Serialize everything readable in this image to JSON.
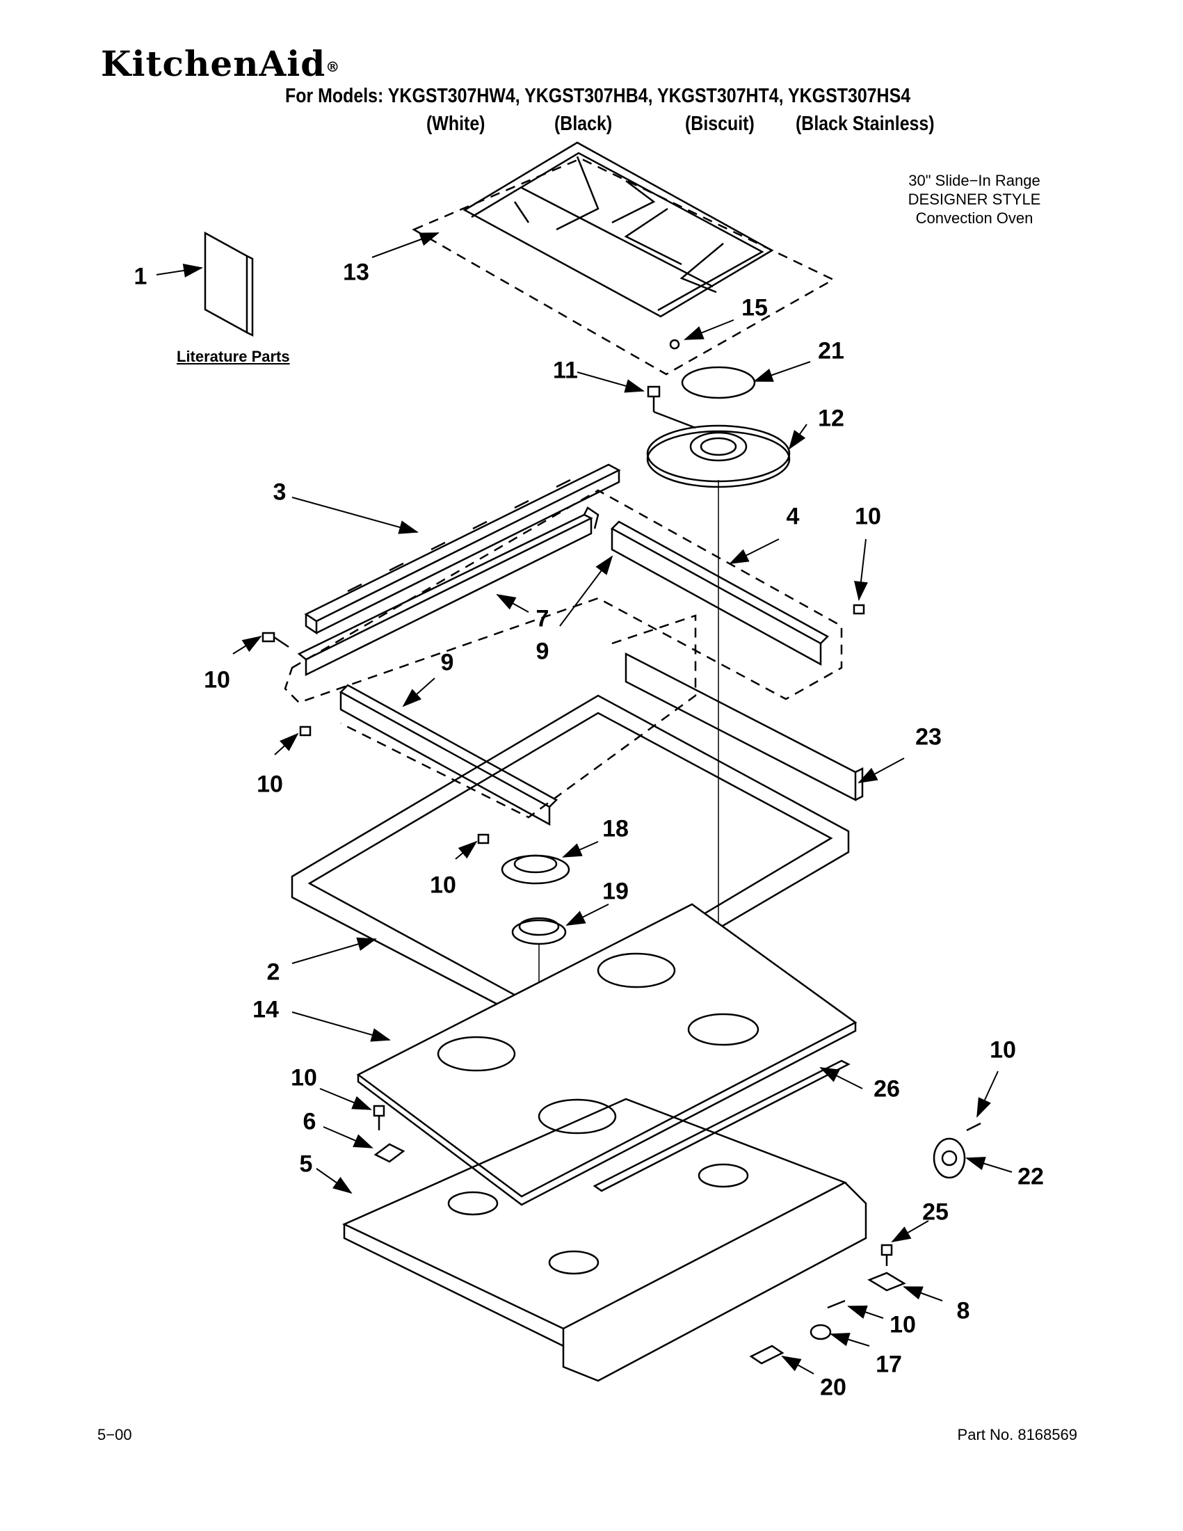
{
  "header": {
    "brand": "KitchenAid",
    "brand_mark": "®",
    "models_line": "For Models: YKGST307HW4, YKGST307HB4, YKGST307HT4, YKGST307HS4",
    "variants": [
      "(White)",
      "(Black)",
      "(Biscuit)",
      "(Black Stainless)"
    ]
  },
  "info": {
    "line1": "30\" Slide−In Range",
    "line2": "DESIGNER STYLE",
    "line3": "Convection Oven"
  },
  "literature_label": "Literature Parts",
  "footer": {
    "date": "5−00",
    "part_no": "Part No. 8168569"
  },
  "callouts": [
    "1",
    "13",
    "15",
    "21",
    "11",
    "12",
    "3",
    "4",
    "10",
    "7",
    "9",
    "10",
    "9",
    "10",
    "23",
    "18",
    "10",
    "19",
    "2",
    "14",
    "10",
    "26",
    "10",
    "6",
    "5",
    "22",
    "25",
    "8",
    "10",
    "17",
    "20"
  ]
}
